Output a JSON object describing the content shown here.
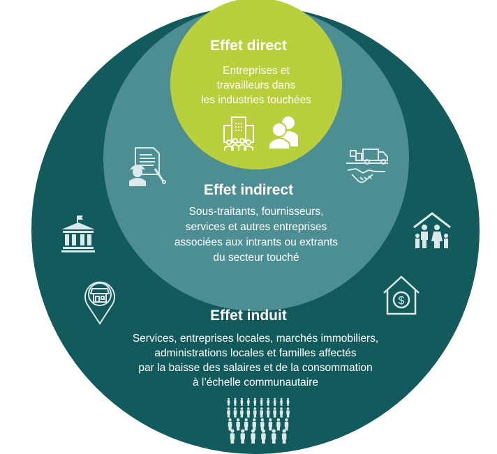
{
  "colors": {
    "outer": "#135a5c",
    "middle": "#4d8e93",
    "inner": "#b9cf3c",
    "icon": "#dbe9ea"
  },
  "direct": {
    "title": "Effet direct",
    "lines": [
      "Entreprises et",
      "travailleurs dans",
      "les industries touchées"
    ]
  },
  "indirect": {
    "title": "Effet indirect",
    "lines": [
      "Sous-traitants, fournisseurs,",
      "services et autres entreprises",
      "associées aux intrants ou extrants",
      "du secteur touché"
    ]
  },
  "induced": {
    "title": "Effet induit",
    "lines": [
      "Services, entreprises locales, marchés immobiliers,",
      "administrations locales et familles affectés",
      "par la baisse des salaires et de la consommation",
      "à l’échelle communautaire"
    ]
  }
}
